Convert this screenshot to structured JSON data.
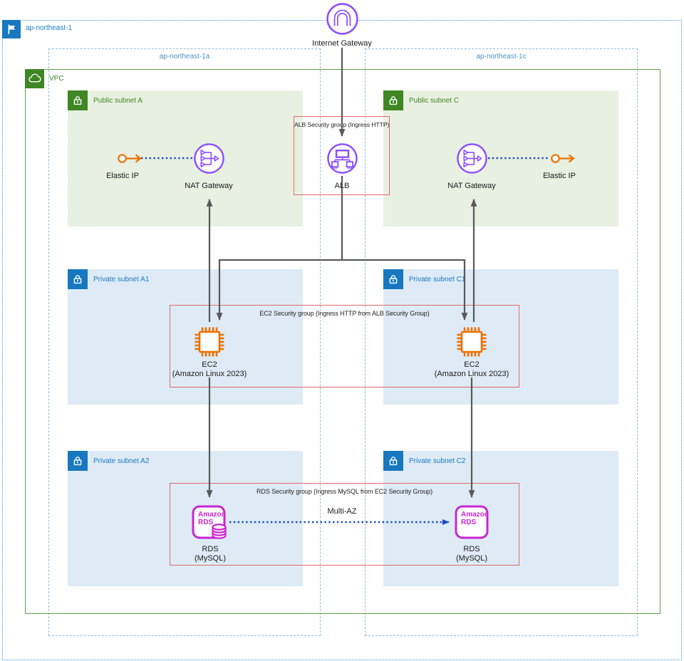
{
  "region": {
    "label": "ap-northeast-1"
  },
  "azs": [
    {
      "label": "ap-northeast-1a"
    },
    {
      "label": "ap-northeast-1c"
    }
  ],
  "vpc": {
    "label": "VPC"
  },
  "subnets": {
    "public_a": {
      "label": "Public subnet A"
    },
    "public_c": {
      "label": "Public subnet C"
    },
    "private_a1": {
      "label": "Private subnet A1"
    },
    "private_c1": {
      "label": "Private subnet C1"
    },
    "private_a2": {
      "label": "Private subnet A2"
    },
    "private_c2": {
      "label": "Private subnet C2"
    }
  },
  "security_groups": {
    "alb": {
      "label": "ALB Security group (Ingress HTTP)"
    },
    "ec2": {
      "label": "EC2 Security group (Ingress HTTP from ALB Security Group)"
    },
    "rds": {
      "label": "RDS Security group (Ingress MySQL from EC2 Security Group)"
    }
  },
  "nodes": {
    "igw": {
      "label": "Internet Gateway"
    },
    "alb": {
      "label": "ALB"
    },
    "nat_a": {
      "label": "NAT Gateway"
    },
    "nat_c": {
      "label": "NAT Gateway"
    },
    "eip_a": {
      "label": "Elastic IP"
    },
    "eip_c": {
      "label": "Elastic IP"
    },
    "ec2_a": {
      "label": "EC2",
      "sublabel": "(Amazon Linux 2023)"
    },
    "ec2_c": {
      "label": "EC2",
      "sublabel": "(Amazon Linux 2023)"
    },
    "rds_a": {
      "label": "RDS",
      "sublabel": "(MySQL)",
      "badge": "Amazon RDS"
    },
    "rds_c": {
      "label": "RDS",
      "sublabel": "(MySQL)",
      "badge": "Amazon RDS"
    }
  },
  "annotations": {
    "multi_az": "Multi-AZ"
  },
  "colors": {
    "region_blue": "#1b7fc0",
    "az_blue": "#4a94c6",
    "vpc_green": "#63a14f",
    "subnet_green_bg": "#e8f0e1",
    "subnet_blue_bg": "#deebf6",
    "icon_green": "#3f8624",
    "icon_blue": "#1778bf",
    "security_group_red": "#e06a6e",
    "aws_purple": "#8c4fff",
    "aws_orange": "#ed7100",
    "rds_magenta": "#c925d1",
    "arrow_gray": "#595959",
    "dotted_blue": "#1e49c7"
  }
}
